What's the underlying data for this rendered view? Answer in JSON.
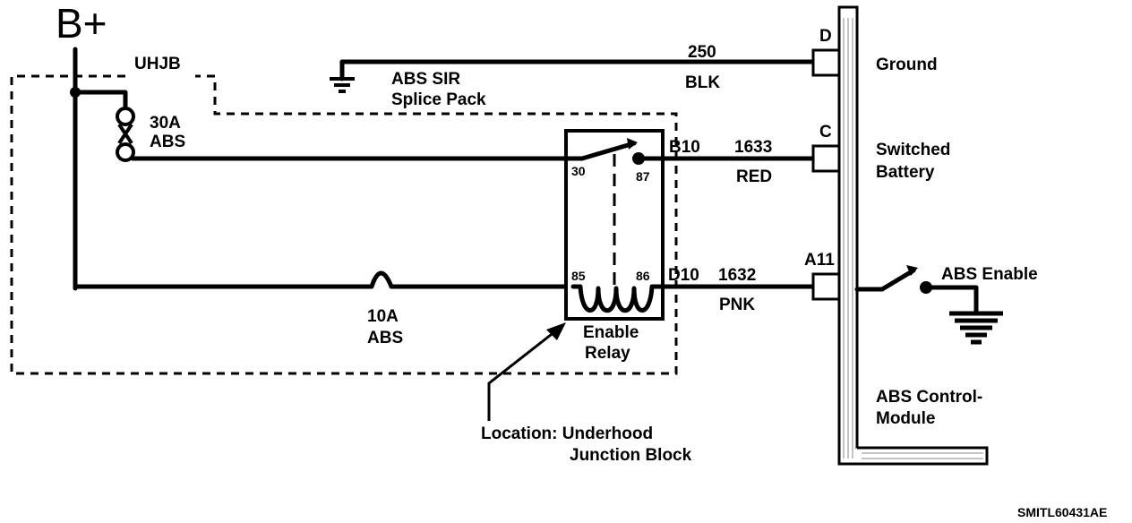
{
  "power": {
    "label": "B+"
  },
  "junction_block": {
    "label": "UHJB",
    "location_line1": "Location:  Underhood",
    "location_line2": "Junction Block"
  },
  "fuse_30a": {
    "rating": "30A",
    "circuit": "ABS"
  },
  "fuse_10a": {
    "rating": "10A",
    "circuit": "ABS"
  },
  "splice_pack": {
    "line1": "ABS SIR",
    "line2": "Splice Pack"
  },
  "relay": {
    "name_line1": "Enable",
    "name_line2": "Relay",
    "terminals": {
      "t30": "30",
      "t87": "87",
      "t85": "85",
      "t86": "86"
    }
  },
  "connectors": {
    "b10": "B10",
    "d10": "D10"
  },
  "wires": [
    {
      "circuit": "250",
      "color": "BLK",
      "pin": "D",
      "function": "Ground"
    },
    {
      "circuit": "1633",
      "color": "RED",
      "pin": "C",
      "function_line1": "Switched",
      "function_line2": "Battery"
    },
    {
      "circuit": "1632",
      "color": "PNK",
      "pin": "A11",
      "function": "ABS Enable"
    }
  ],
  "module": {
    "name_line1": "ABS Control-",
    "name_line2": "Module"
  },
  "figure_id": "SMITL60431AE"
}
